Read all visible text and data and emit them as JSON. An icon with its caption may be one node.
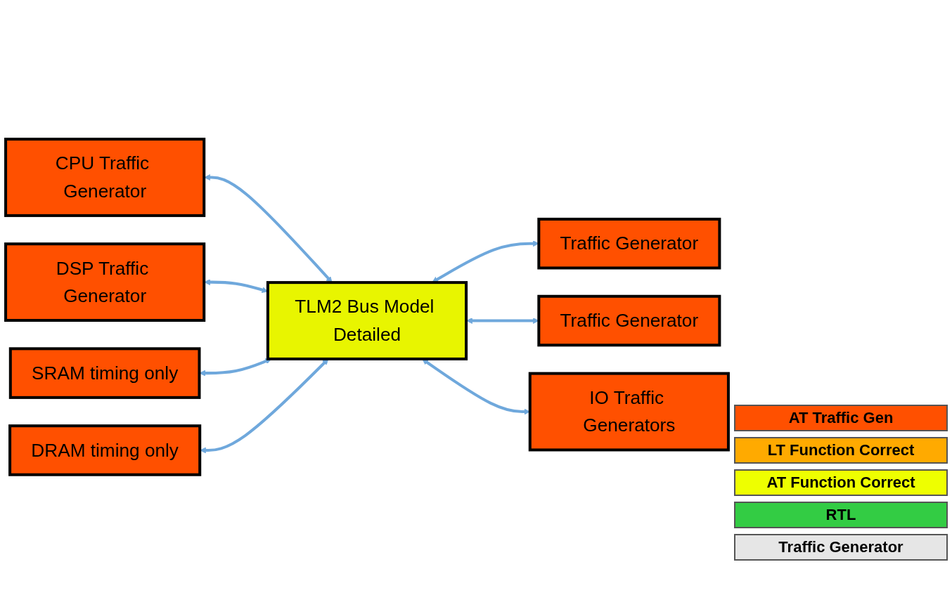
{
  "diagram": {
    "nodes": [
      {
        "text": [
          "CPU Traffic Generator"
        ]
      },
      {
        "text": [
          "DSP Traffic Generator"
        ]
      },
      {
        "text": [
          "SRAM timing only"
        ]
      },
      {
        "text": [
          "DRAM timing only"
        ]
      },
      {
        "text": [
          "TLM2 Bus Model Detailed"
        ]
      },
      {
        "text": [
          "Traffic Generator"
        ]
      },
      {
        "text": [
          "Traffic Generator"
        ]
      },
      {
        "text": [
          "IO Traffic Generators"
        ]
      }
    ],
    "edges": [
      {
        "from": 0,
        "to": 4,
        "arrow": "both"
      },
      {
        "from": 1,
        "to": 4,
        "arrow": "both"
      },
      {
        "from": 2,
        "to": 4,
        "arrow": "both"
      },
      {
        "from": 3,
        "to": 4,
        "arrow": "both"
      },
      {
        "from": 4,
        "to": 5,
        "arrow": "both"
      },
      {
        "from": 4,
        "to": 6,
        "arrow": "both"
      },
      {
        "from": 4,
        "to": 7,
        "arrow": "both"
      }
    ],
    "legend": [
      {
        "text": "AT Traffic Gen",
        "color": "#ff5000"
      },
      {
        "text": "LT Function Correct",
        "color": "#ffaa00"
      },
      {
        "text": "AT Function Correct",
        "color": "#eeff00"
      },
      {
        "text": "RTL",
        "color": "#33cc44"
      },
      {
        "text": "Traffic Generator",
        "color": "#e6e6e6"
      }
    ]
  }
}
